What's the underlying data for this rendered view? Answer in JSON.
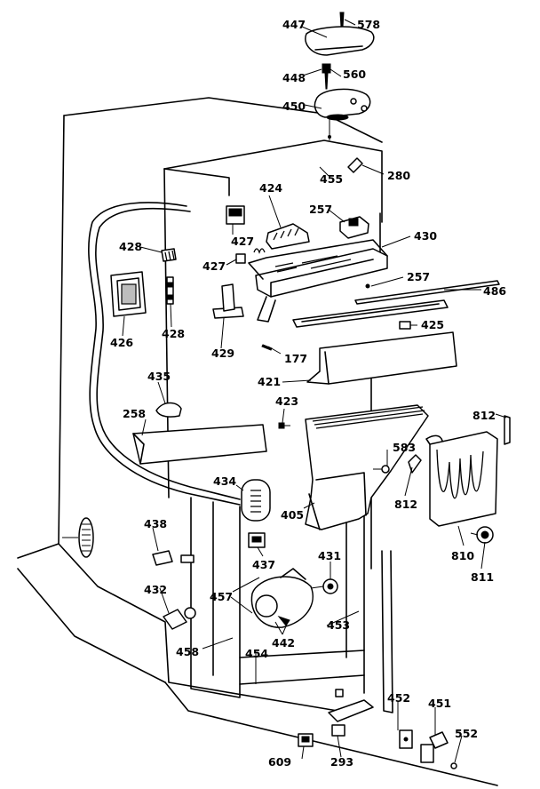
{
  "diagram_type": "exploded parts view",
  "callouts": {
    "p447": "447",
    "p578": "578",
    "p448": "448",
    "p560": "560",
    "p450": "450",
    "p455": "455",
    "p280": "280",
    "p424": "424",
    "p257a": "257",
    "p430": "430",
    "p428a": "428",
    "p427a": "427",
    "p427b": "427",
    "p257b": "257",
    "p486": "486",
    "p426": "426",
    "p428b": "428",
    "p429": "429",
    "p425": "425",
    "p177": "177",
    "p421": "421",
    "p435": "435",
    "p423": "423",
    "p812a": "812",
    "p258": "258",
    "p583": "583",
    "p434": "434",
    "p405": "405",
    "p812b": "812",
    "p810": "810",
    "p811": "811",
    "p438": "438",
    "p437": "437",
    "p431": "431",
    "p457": "457",
    "p432": "432",
    "p442": "442",
    "p453": "453",
    "p458": "458",
    "p454": "454",
    "p452": "452",
    "p451": "451",
    "p552": "552",
    "p609": "609",
    "p293": "293"
  }
}
